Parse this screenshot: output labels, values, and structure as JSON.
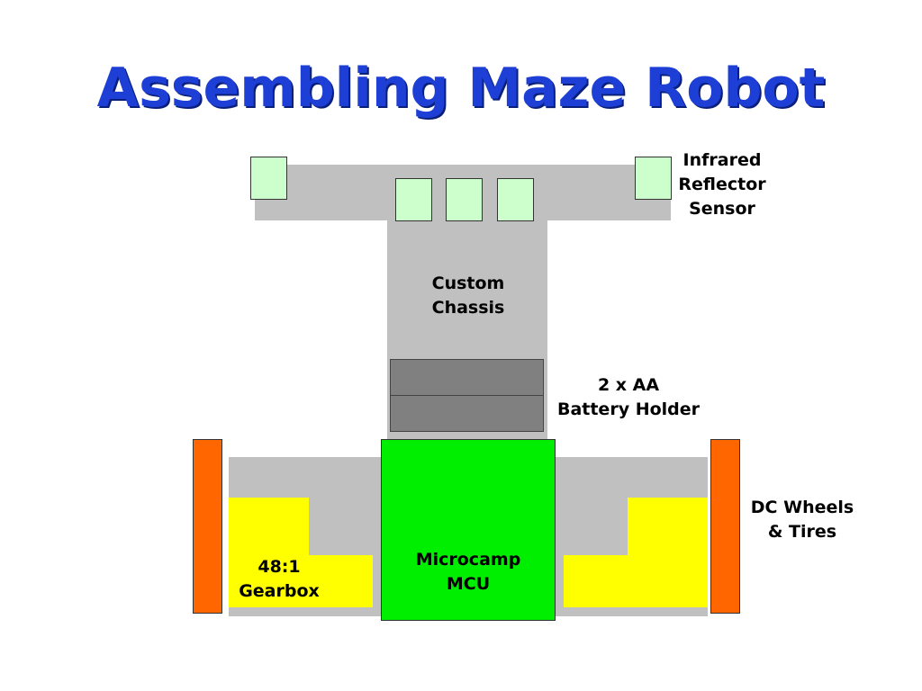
{
  "title": "Assembling Maze Robot",
  "labels": {
    "sensor": [
      "Infrared",
      "Reflector",
      "Sensor"
    ],
    "chassis": [
      "Custom",
      "Chassis"
    ],
    "battery": [
      "2 x AA",
      "Battery Holder"
    ],
    "wheels": [
      "DC Wheels",
      "& Tires"
    ],
    "mcu": [
      "Microcamp",
      "MCU"
    ],
    "gearbox": [
      "48:1",
      "Gearbox"
    ]
  },
  "colors": {
    "title": "#1d3fd6",
    "chassis": "#c0c0c0",
    "sensor": "#ccffcc",
    "battery": "#808080",
    "gearbox": "#ffff00",
    "mcu": "#00ee00",
    "wheel": "#ff6600"
  }
}
